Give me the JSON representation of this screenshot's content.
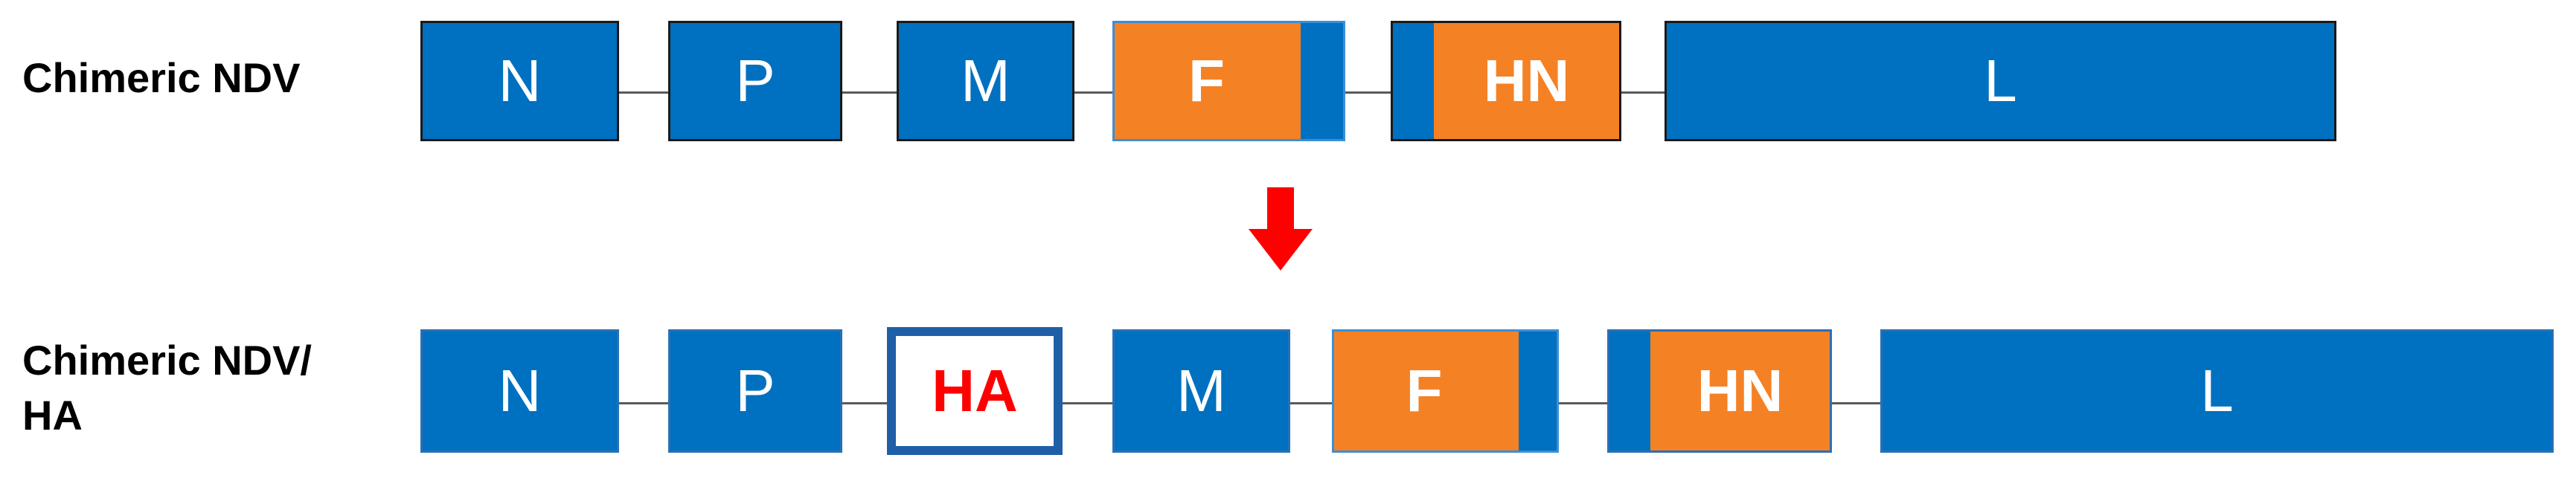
{
  "row1": {
    "label": "Chimeric NDV",
    "genes": {
      "n": "N",
      "p": "P",
      "m": "M",
      "f": "F",
      "hn": "HN",
      "l": "L"
    }
  },
  "row2": {
    "label": "Chimeric NDV/\nHA",
    "genes": {
      "n": "N",
      "p": "P",
      "ha": "HA",
      "m": "M",
      "f": "F",
      "hn": "HN",
      "l": "L"
    }
  },
  "colors": {
    "ndv_gene": "#0070c0",
    "swapped_segment": "#f58125",
    "ha_text": "#ff0000",
    "arrow": "#ff0000"
  }
}
